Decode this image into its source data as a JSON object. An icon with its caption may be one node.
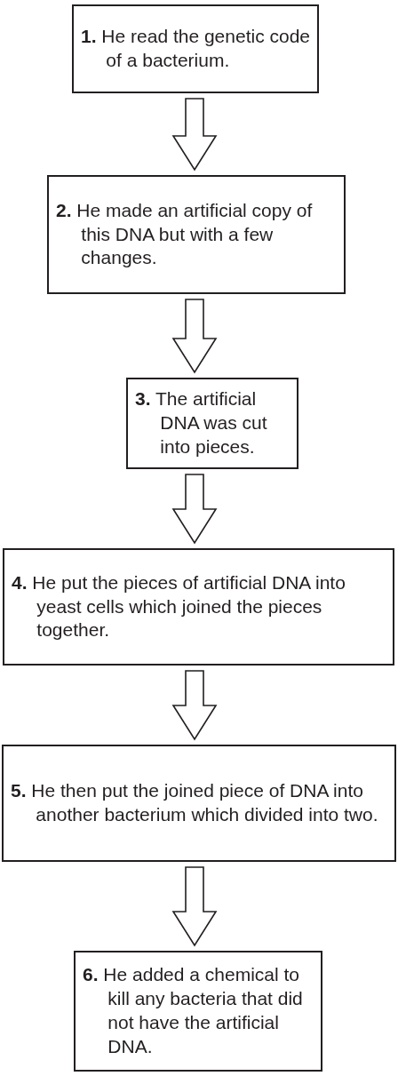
{
  "diagram": {
    "nodes": [
      {
        "text": [
          "**1.** He read the genetic code of a bacterium."
        ]
      },
      {
        "text": [
          "**2.** He made an artificial copy of this DNA but with a few changes."
        ]
      },
      {
        "text": [
          "**3.** The artificial DNA was cut into pieces."
        ]
      },
      {
        "text": [
          "**4.** He put the pieces of artificial DNA into yeast cells which joined the pieces together."
        ]
      },
      {
        "text": [
          "**5.** He then put the joined piece of DNA into another bacterium which divided into two."
        ]
      },
      {
        "text": [
          "**6.** He added a chemical to kill any bacteria that did not have the artificial DNA."
        ]
      }
    ],
    "edges": [
      {
        "from": 0,
        "to": 1,
        "arrow": "to"
      },
      {
        "from": 1,
        "to": 2,
        "arrow": "to"
      },
      {
        "from": 2,
        "to": 3,
        "arrow": "to"
      },
      {
        "from": 3,
        "to": 4,
        "arrow": "to"
      },
      {
        "from": 4,
        "to": 5,
        "arrow": "to"
      }
    ]
  }
}
